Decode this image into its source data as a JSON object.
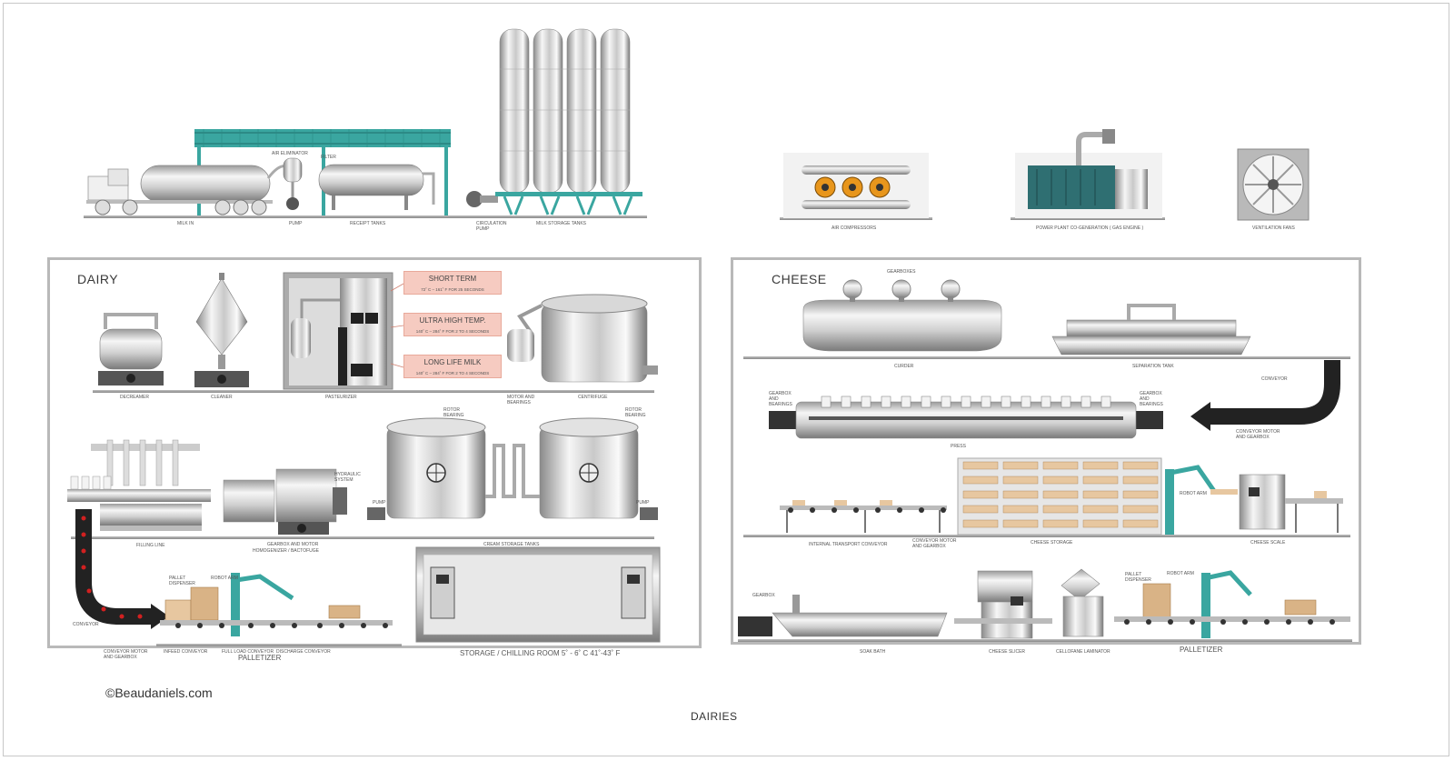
{
  "diagram": {
    "title": "DAIRIES",
    "credit": "©Beaudaniels.com"
  },
  "top_row": {
    "labels": {
      "milk_in": "MILK IN",
      "air_eliminator": "AIR ELIMINATOR",
      "filter": "FILTER",
      "pump": "PUMP",
      "receipt_tanks": "RECEIPT TANKS",
      "circulation_pump": "CIRCULATION PUMP",
      "milk_storage_tanks": "MILK STORAGE TANKS",
      "air_compressors": "AIR COMPRESSORS",
      "power_plant": "POWER PLANT CO-GENERATION ( GAS ENGINE )",
      "ventilation_fans": "VENTILATION FANS"
    }
  },
  "dairy_panel": {
    "title": "DAIRY",
    "labels": {
      "decreamer": "DECREAMER",
      "cleaner": "CLEANER",
      "pasteurizer": "PASTEURIZER",
      "motor_bearings": "MOTOR AND BEARINGS",
      "centrifuge": "CENTRIFUGE",
      "rotor_bearing_1": "ROTOR BEARING",
      "rotor_bearing_2": "ROTOR BEARING",
      "hydraulic_system": "HYDRAULIC SYSTEM",
      "pump_left": "PUMP",
      "pump_right": "PUMP",
      "filling_line": "FILLING LINE",
      "gearbox_motor": "GEARBOX AND MOTOR",
      "homogenizer": "HOMOGENIZER / BACTOFUGE",
      "cream_storage": "CREAM STORAGE TANKS",
      "pallet_dispenser": "PALLET DISPENSER",
      "robot_arm": "ROBOT ARM",
      "conveyor": "CONVEYOR",
      "conveyor_motor": "CONVEYOR MOTOR AND GEARBOX",
      "infeed_conveyor": "INFEED CONVEYOR",
      "full_load_conveyor": "FULL LOAD CONVEYOR",
      "discharge_conveyor": "DISCHARGE CONVEYOR",
      "palletizer": "PALLETIZER",
      "storage_room": "STORAGE / CHILLING ROOM 5˚ - 6˚ C    41˚-43˚ F"
    },
    "temperature_boxes": [
      {
        "title": "SHORT TERM",
        "detail": "72˚ C – 161˚ F    FOR 25 SECONDS"
      },
      {
        "title": "ULTRA HIGH TEMP.",
        "detail": "140˚ C – 284˚ F    FOR 2 TO 4 SECONDS"
      },
      {
        "title": "LONG LIFE MILK",
        "detail": "140˚ C – 284˚ F    FOR 2 TO 4 SECONDS"
      }
    ]
  },
  "cheese_panel": {
    "title": "CHEESE",
    "labels": {
      "gearboxes": "GEARBOXES",
      "curder": "CURDER",
      "separation_tank": "SEPARATION TANK",
      "conveyor": "CONVEYOR",
      "gearbox_bearings_left": "GEARBOX AND BEARINGS",
      "gearbox_bearings_right": "GEARBOX AND BEARINGS",
      "press": "PRESS",
      "conveyor_motor": "CONVEYOR MOTOR AND GEARBOX",
      "robot_arm": "ROBOT ARM",
      "internal_transport": "INTERNAL TRANSPORT CONVEYOR",
      "conveyor_motor_2": "CONVEYOR MOTOR AND GEARBOX",
      "cheese_storage": "CHEESE STORAGE",
      "cheese_scale": "CHEESE SCALE",
      "gearbox": "GEARBOX",
      "pallet_dispenser": "PALLET DISPENSER",
      "robot_arm_2": "ROBOT ARM",
      "soak_bath": "SOAK BATH",
      "cheese_slicer": "CHEESE SLICER",
      "cellofane_laminator": "CELLOFANE LAMINATOR",
      "palletizer": "PALLETIZER"
    }
  },
  "colors": {
    "teal": "#3aa6a0",
    "steel_light": "#f2f2f2",
    "steel_dark": "#8d8d8d",
    "panel_border": "#b9b9b9",
    "temp_box": "#f6cbc1",
    "accent_orange": "#e8961c",
    "conveyor_black": "#222222",
    "red_dot": "#d22020"
  }
}
